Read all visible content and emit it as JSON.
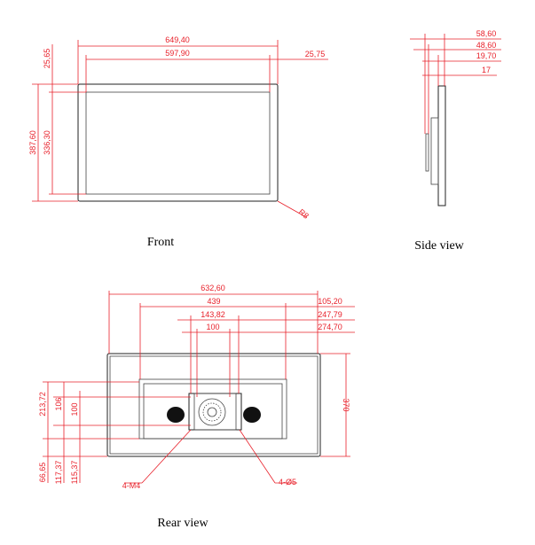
{
  "front": {
    "caption": "Front",
    "dims": {
      "overall_width": "649,40",
      "screen_width": "597,90",
      "right_margin": "25,75",
      "top_margin": "25,65",
      "overall_height": "387,60",
      "screen_height": "336,30",
      "corner_radius": "R8"
    }
  },
  "side": {
    "caption": "Side view",
    "dims": {
      "d1": "58,60",
      "d2": "48,60",
      "d3": "19,70",
      "d4": "17"
    }
  },
  "rear": {
    "caption": "Rear view",
    "dims": {
      "overall_width": "632,60",
      "w439": "439",
      "w143": "143,82",
      "w100": "100",
      "r105": "105,20",
      "r247": "247,79",
      "r274": "274,70",
      "h370": "370",
      "h213": "213,72",
      "h106": "106",
      "h100": "100",
      "b66": "66,65",
      "b117": "117,37",
      "b115": "115,37",
      "screw": "4-M4",
      "hole": "4-Ø5"
    }
  }
}
